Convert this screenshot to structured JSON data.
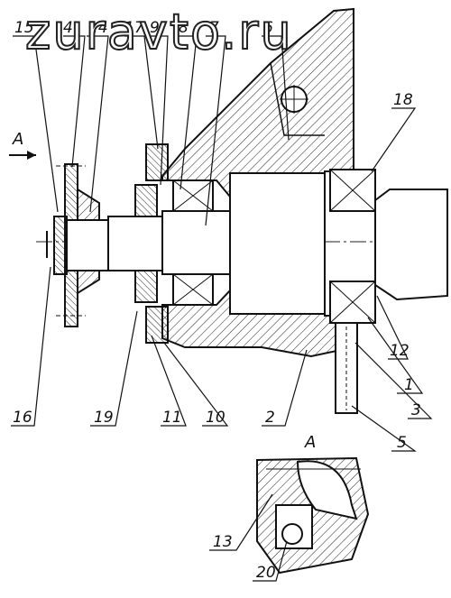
{
  "watermark": "zuravto.ru",
  "view_label": "A",
  "view_ref_label": "A",
  "callouts": {
    "c15": "15",
    "c4": "4",
    "c14": "14",
    "c17": "17",
    "c9": "9",
    "c8a": "8",
    "c7": "7",
    "c6": "6",
    "c18": "18",
    "c12": "12",
    "c1": "1",
    "c3": "3",
    "c5": "5",
    "c2": "2",
    "c10": "10",
    "c11": "11",
    "c19": "19",
    "c16": "16",
    "c13": "13",
    "c20": "20"
  }
}
